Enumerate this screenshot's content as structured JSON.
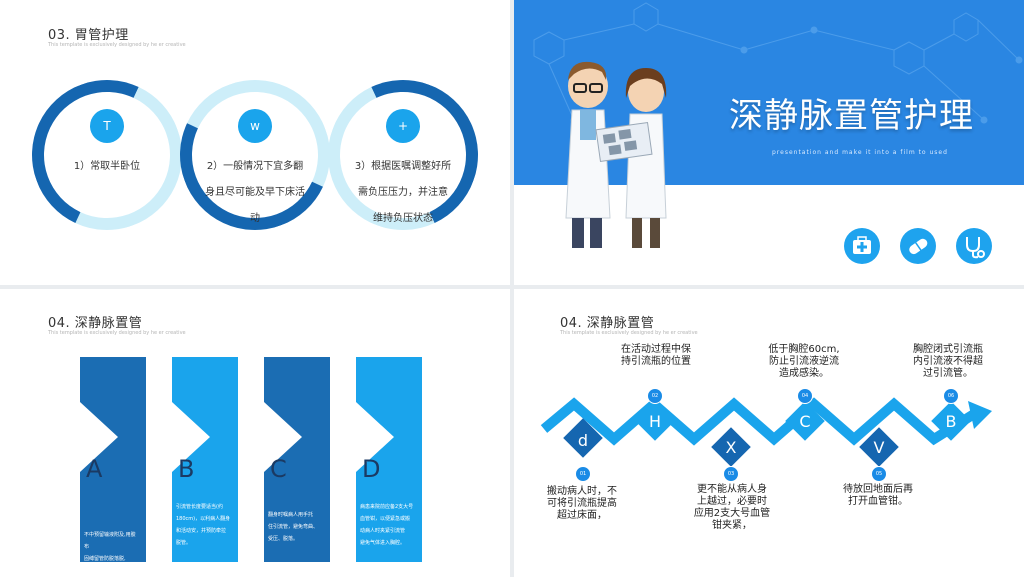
{
  "slide1": {
    "title": "03. 胃管护理",
    "subtitle": "This template is exclusively designed by he er creative",
    "items": [
      {
        "icon": "T",
        "text": [
          "1）常取半卧位"
        ]
      },
      {
        "icon": "w",
        "text": [
          "2）一般情况下宜多翻",
          "身且尽可能及早下床活",
          "动"
        ]
      },
      {
        "icon": "+",
        "text": [
          "3）根据医嘱调整好所",
          "需负压压力，并注意",
          "维持负压状态"
        ]
      }
    ]
  },
  "slide2": {
    "title": "深静脉置管护理",
    "tagline": "presentation and make it into a film to used",
    "icons": [
      "first-aid-kit-icon",
      "pills-icon",
      "stethoscope-icon"
    ]
  },
  "slide3": {
    "title": "04. 深静脉置管",
    "subtitle": "This template is exclusively designed by he er creative",
    "panels": [
      {
        "letter": "A",
        "text": "不中预留输液附及,用胶布\n固缚留管防脱落脱,"
      },
      {
        "letter": "B",
        "text": "引流管长度要适当(约\n180cm)，以利病人翻身\n和活动安，并预防牵拉\n脱管。"
      },
      {
        "letter": "C",
        "text": "翻身时嘱病人用手托\n住引流管，避免弯曲、\n受压、脱落。"
      },
      {
        "letter": "D",
        "text": "病患来院前应备2支大号\n血管钳，以便紧急或搬\n动病人时夹紧引流管\n避免气体进入胸腔。"
      }
    ]
  },
  "slide4": {
    "title": "04. 深静脉置管",
    "subtitle": "This template is exclusively designed by he er creative",
    "steps": [
      {
        "num": "01",
        "letter": "d",
        "note": [
          "搬动病人时，不",
          "可将引流瓶提高",
          "超过床面，"
        ]
      },
      {
        "num": "02",
        "letter": "H",
        "note": [
          "在活动过程中保",
          "持引流瓶的位置"
        ]
      },
      {
        "num": "03",
        "letter": "X",
        "note": [
          "更不能从病人身",
          "上越过，必要时",
          "应用2支大号血管",
          "钳夹紧，"
        ]
      },
      {
        "num": "04",
        "letter": "C",
        "note": [
          "低于胸腔60cm,",
          "防止引流液逆流",
          "造成感染。"
        ]
      },
      {
        "num": "05",
        "letter": "V",
        "note": [
          "待放回地面后再",
          "打开血管钳。"
        ]
      },
      {
        "num": "06",
        "letter": "B",
        "note": [
          "胸腔闭式引流瓶",
          "内引流液不得超",
          "过引流管。"
        ]
      }
    ]
  }
}
